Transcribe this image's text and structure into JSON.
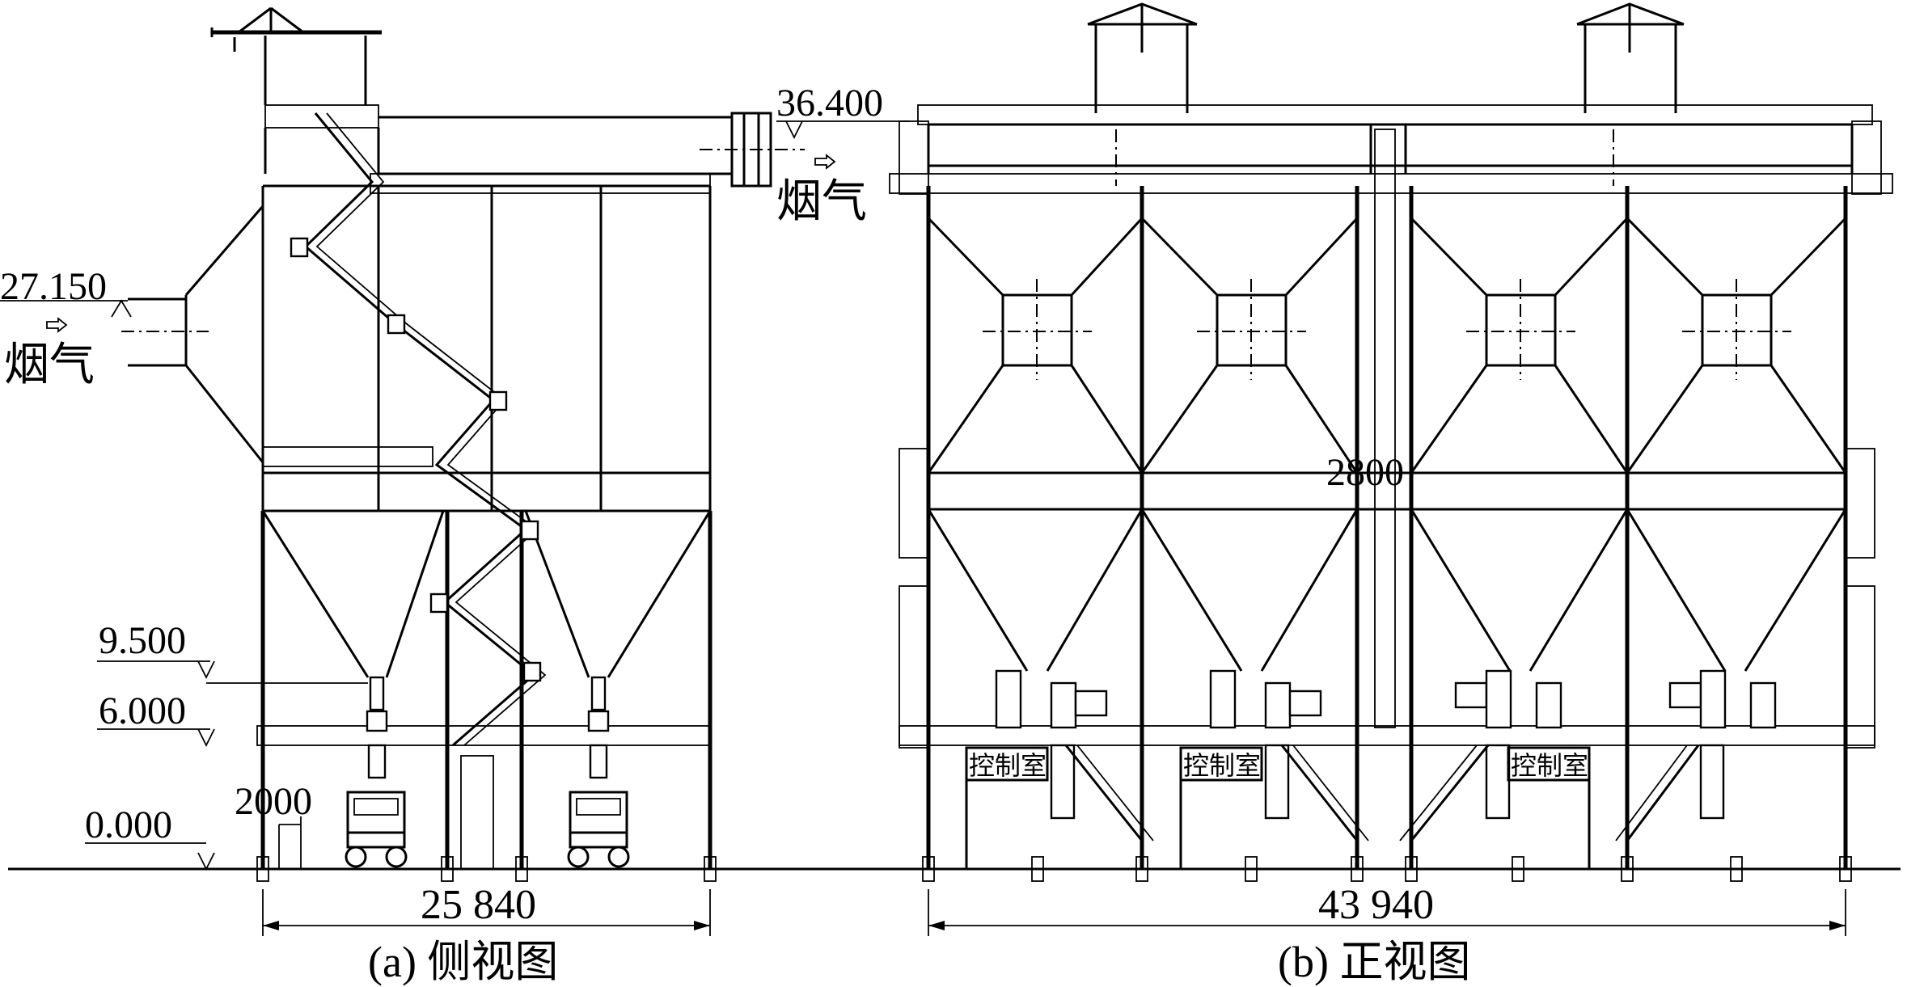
{
  "side_view": {
    "caption": "(a) 侧视图",
    "elevations": [
      "27.150",
      "9.500",
      "6.000",
      "0.000"
    ],
    "gas_label": "烟气",
    "dimension_small": "2000",
    "dimension_width": "25 840"
  },
  "front_view": {
    "caption": "(b) 正视图",
    "elevation_top": "36.400",
    "gas_label": "烟气",
    "dimension_middle": "2800",
    "dimension_width": "43 940",
    "control_room_label": "控制室"
  }
}
